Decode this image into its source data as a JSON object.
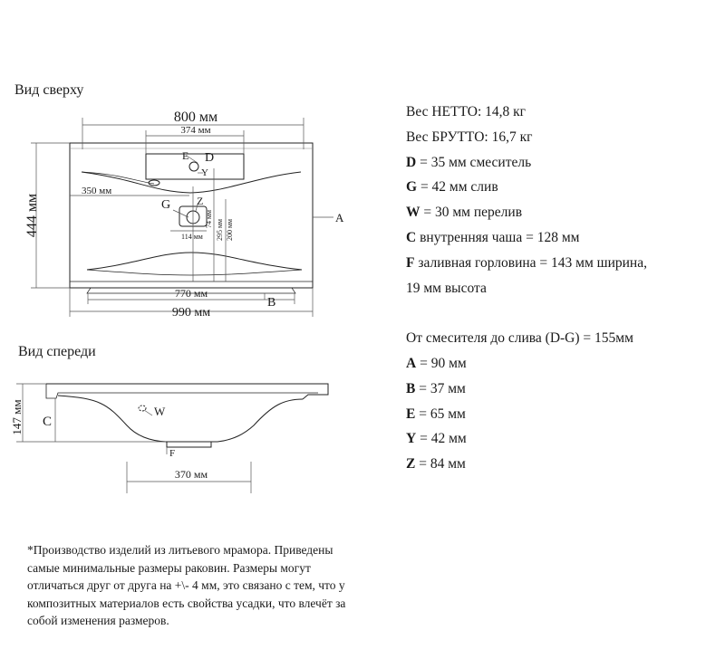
{
  "top_view": {
    "title": "Вид сверху",
    "dim_width_top": "800 мм",
    "dim_mixer_span": "374 мм",
    "label_E": "E",
    "label_D": "D",
    "label_Y": "Y",
    "dim_left": "350 мм",
    "label_G": "G",
    "label_Z": "Z",
    "dim_74": "74 мм",
    "dim_295": "295 мм",
    "dim_200": "200 мм",
    "dim_114": "114 мм",
    "label_A": "A",
    "dim_height": "444 мм",
    "dim_770": "770 мм",
    "label_B": "B",
    "dim_990": "990 мм"
  },
  "front_view": {
    "title": "Вид спереди",
    "dim_height": "147 мм",
    "label_C": "C",
    "label_W": "W",
    "label_F": "F",
    "dim_370": "370 мм"
  },
  "specs": [
    {
      "key": "",
      "text": "Вес НЕТТО: 14,8 кг"
    },
    {
      "key": "",
      "text": "Вес БРУТТО: 16,7 кг"
    },
    {
      "key": "D",
      "text": " = 35 мм смеситель"
    },
    {
      "key": "G",
      "text": " = 42 мм слив"
    },
    {
      "key": "W",
      "text": " = 30 мм перелив"
    },
    {
      "key": "C",
      "text": " внутренняя чаша = 128 мм"
    },
    {
      "key": "F",
      "text": " заливная горловина = 143 мм ширина,"
    },
    {
      "key": "",
      "text": "19 мм высота"
    }
  ],
  "specs2": [
    {
      "key": "",
      "text": "От смесителя до слива (D-G) = 155мм"
    },
    {
      "key": "A",
      "text": " = 90 мм"
    },
    {
      "key": "B",
      "text": " = 37 мм"
    },
    {
      "key": "E",
      "text": " = 65 мм"
    },
    {
      "key": "Y",
      "text": " = 42 мм"
    },
    {
      "key": "Z",
      "text": " = 84 мм"
    }
  ],
  "note": [
    "*Производство изделий из литьевого мрамора. Приведены",
    "самые минимальные размеры раковин. Размеры могут",
    "отличаться друг от друга на +\\- 4 мм, это связано с тем, что у",
    "композитных материалов есть свойства усадки, что влечёт за",
    "собой изменения размеров."
  ]
}
